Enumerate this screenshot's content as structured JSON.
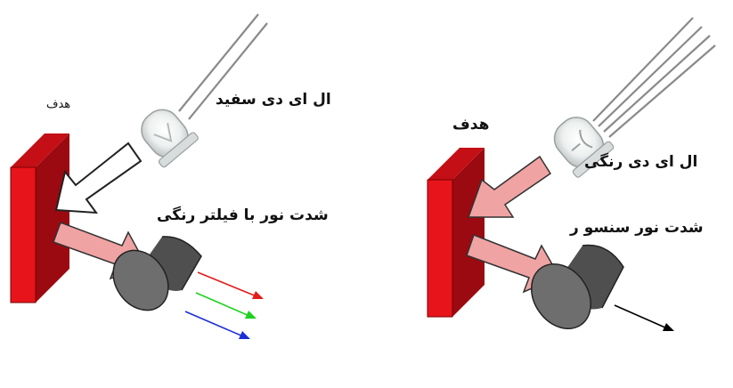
{
  "left_panel": {
    "target_label": "هدف",
    "led_label": "ال ای دی سفید",
    "intensity_label": "شدت نور با فیلتر رنگی"
  },
  "right_panel": {
    "target_label": "هدف",
    "led_label": "ال ای دی رنگی",
    "intensity_label": "شدت نور سنسو ر"
  },
  "colors": {
    "target_red": "#e8141c",
    "target_dark": "#9b0a10",
    "reflected_pink": "#f0a3a3",
    "sensor_gray": "#6e6e6e",
    "ray_red": "#e31b1b",
    "ray_green": "#1fd11f",
    "ray_blue": "#1b2fd6",
    "ray_black": "#000000"
  }
}
